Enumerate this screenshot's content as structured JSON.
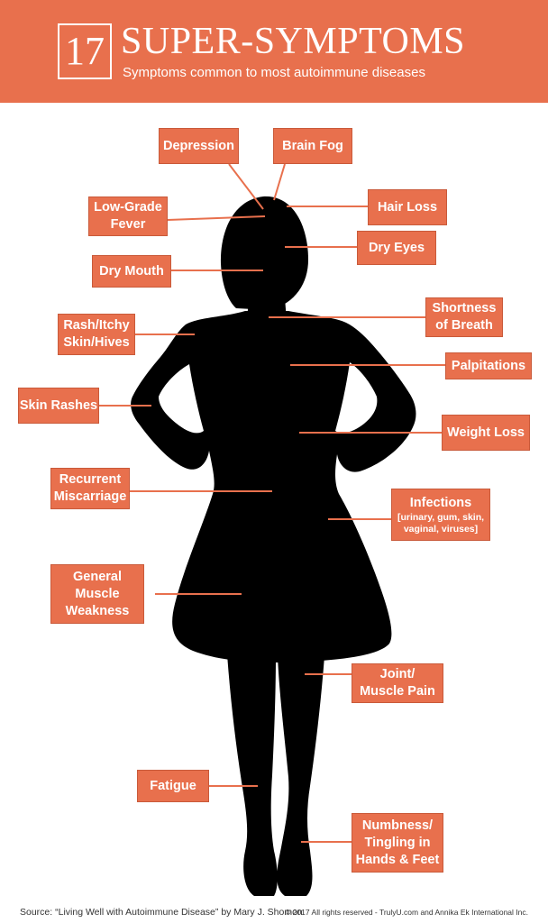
{
  "header": {
    "number": "17",
    "title": "SUPER-SYMPTOMS",
    "subtitle": "Symptoms common to most autoimmune diseases"
  },
  "colors": {
    "accent": "#e8704d",
    "silhouette": "#000000",
    "background": "#ffffff"
  },
  "symptoms": [
    {
      "lines": [
        "Depression"
      ]
    },
    {
      "lines": [
        "Brain Fog"
      ]
    },
    {
      "lines": [
        "Low-Grade",
        "Fever"
      ]
    },
    {
      "lines": [
        "Hair Loss"
      ]
    },
    {
      "lines": [
        "Dry Eyes"
      ]
    },
    {
      "lines": [
        "Dry Mouth"
      ]
    },
    {
      "lines": [
        "Shortness",
        "of Breath"
      ]
    },
    {
      "lines": [
        "Rash/Itchy",
        "Skin/Hives"
      ]
    },
    {
      "lines": [
        "Palpitations"
      ]
    },
    {
      "lines": [
        "Skin Rashes"
      ]
    },
    {
      "lines": [
        "Weight Loss"
      ]
    },
    {
      "lines": [
        "Recurrent",
        "Miscarriage"
      ]
    },
    {
      "lines": [
        "Infections"
      ],
      "sub": [
        "[urinary, gum, skin,",
        "vaginal, viruses]"
      ]
    },
    {
      "lines": [
        "General",
        "Muscle",
        "Weakness"
      ]
    },
    {
      "lines": [
        "Joint/",
        "Muscle Pain"
      ]
    },
    {
      "lines": [
        "Fatigue"
      ]
    },
    {
      "lines": [
        "Numbness/",
        "Tingling in",
        "Hands & Feet"
      ]
    }
  ],
  "footer": {
    "source": "Source: “Living Well with Autoimmune Disease” by Mary J. Shomon",
    "copyright": "© 2017 All rights reserved - TrulyU.com and Annika Ek International Inc."
  }
}
